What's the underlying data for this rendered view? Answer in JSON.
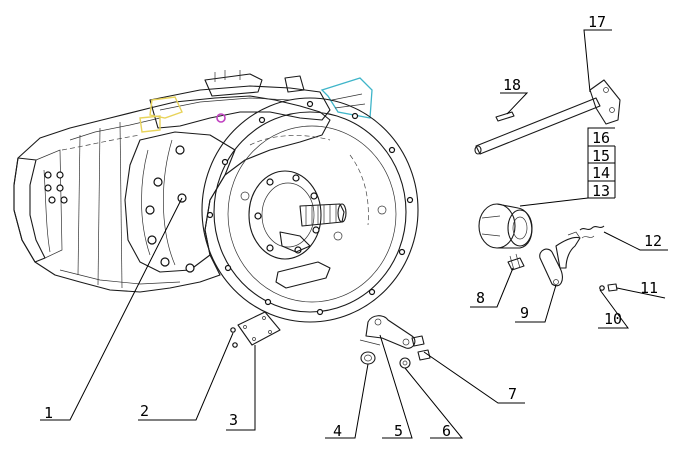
{
  "diagram": {
    "callouts": [
      {
        "id": "1",
        "label": "1"
      },
      {
        "id": "2",
        "label": "2"
      },
      {
        "id": "3",
        "label": "3"
      },
      {
        "id": "4",
        "label": "4"
      },
      {
        "id": "5",
        "label": "5"
      },
      {
        "id": "6",
        "label": "6"
      },
      {
        "id": "7",
        "label": "7"
      },
      {
        "id": "8",
        "label": "8"
      },
      {
        "id": "9",
        "label": "9"
      },
      {
        "id": "10",
        "label": "10"
      },
      {
        "id": "11",
        "label": "11"
      },
      {
        "id": "12",
        "label": "12"
      },
      {
        "id": "13",
        "label": "13"
      },
      {
        "id": "14",
        "label": "14"
      },
      {
        "id": "15",
        "label": "15"
      },
      {
        "id": "16",
        "label": "16"
      },
      {
        "id": "17",
        "label": "17"
      },
      {
        "id": "18",
        "label": "18"
      }
    ],
    "colors": {
      "line": "#000000",
      "highlight_yellow": "#e8d35a",
      "highlight_cyan": "#3fb5c9",
      "highlight_magenta": "#c040c0"
    }
  }
}
